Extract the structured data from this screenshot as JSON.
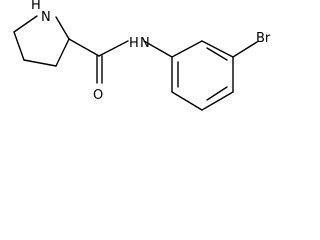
{
  "structure": {
    "atoms": {
      "ring_nitrogen_label": "N",
      "ring_nitrogen_h": "H",
      "amide_nitrogen_label": "N",
      "amide_nitrogen_h": "H",
      "carbonyl_oxygen_label": "O",
      "bromine_label": "Br"
    },
    "colors": {
      "bond": "#000000",
      "label": "#000000",
      "background": "#ffffff"
    }
  }
}
